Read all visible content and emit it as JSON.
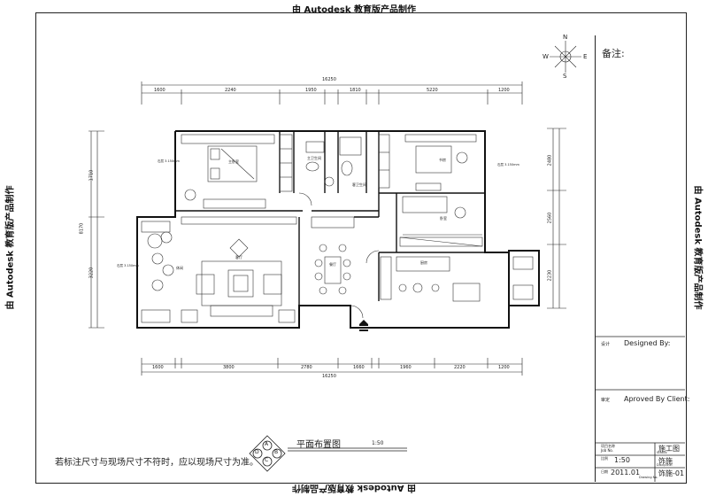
{
  "watermark": "由 Autodesk 教育版产品制作",
  "compass": {
    "n": "N",
    "s": "S",
    "e": "E",
    "w": "W"
  },
  "plan": {
    "top_total_dim": "16250",
    "bottom_total_dim": "16250",
    "top_dims": [
      "1600",
      "2240",
      "1950",
      "1810",
      "5220",
      "1200"
    ],
    "bottom_dims": [
      "1600",
      "3800",
      "2780",
      "1660",
      "1960",
      "2220",
      "1200"
    ],
    "left_dims": [
      "1710",
      "8170",
      "3220"
    ],
    "right_dims": [
      "2480",
      "2560",
      "2230"
    ],
    "rooms": {
      "master_bedroom": "主卧室",
      "master_bath": "主卫生间",
      "guest_bath": "客卫生间",
      "study": "书房",
      "bedroom": "卧室",
      "lounge": "休闲",
      "living_room": "客厅",
      "dining": "餐厅",
      "kitchen": "厨房"
    },
    "floor_notes": [
      "石层 3.150mm",
      "石层 3.150mm",
      "石层 3.150mm"
    ]
  },
  "drawing": {
    "title": "平面布置图",
    "scale": "1:50",
    "note": "若标注尺寸与现场尺寸不符时，应以现场尺寸为准。",
    "circle_letters": [
      "A",
      "B",
      "C",
      "D"
    ]
  },
  "title_block": {
    "remarks_label": "备注:",
    "designed_prefix": "设计",
    "designed_by": "Designed By:",
    "approved_prefix": "审定",
    "approved_by": "Aproved By Client:",
    "project_label": "项目名称",
    "project_sub": "Job No.",
    "status": "施工图",
    "status_label": "Status:",
    "scale_label": "比例",
    "scale_value": "1:50",
    "discipline": "饰施",
    "discipline_label": "Discipline:",
    "date_label": "日期",
    "date_value": "2011.01",
    "drawing_no_label": "Drawing No.",
    "drawing_no": "饰施-01"
  }
}
